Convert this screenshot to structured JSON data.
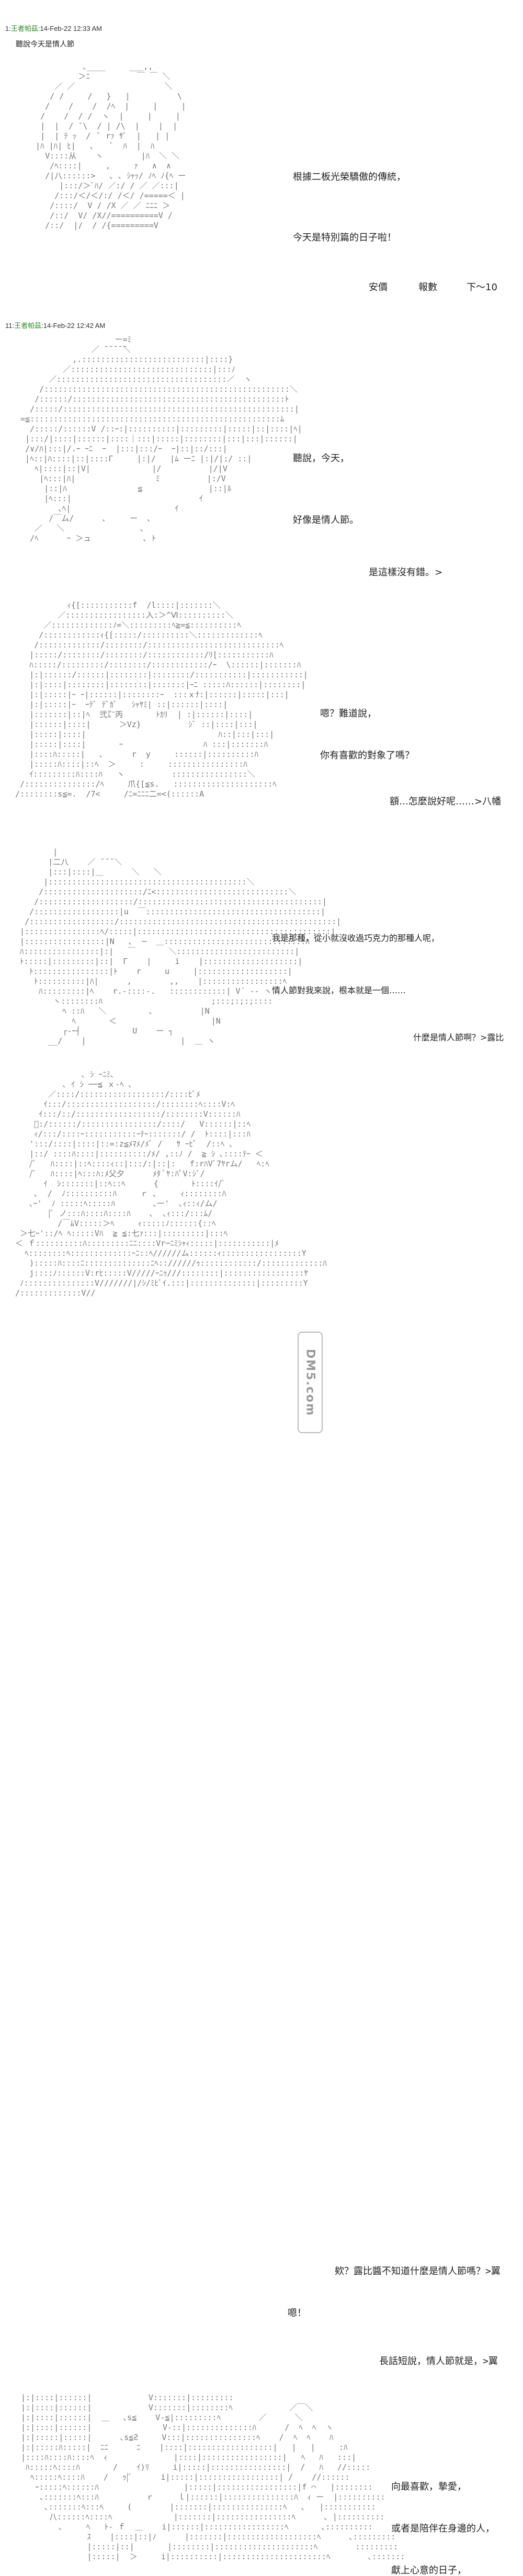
{
  "posts": [
    {
      "num": "1:",
      "name": "王者帕茲",
      "date": ":14-Feb-22 12:33 AM"
    },
    {
      "num": "11:",
      "name": "王者帕茲",
      "date": ":14-Feb-22 12:42 AM"
    }
  ],
  "intro": "聽說今天是情人節",
  "dialogue": {
    "p1_line1": "根據二板光榮驕傲的傳統，",
    "p1_line2": "今天是特別篇的日子啦！",
    "p1_a": "安價",
    "p1_b": "報數",
    "p1_c": "下～10",
    "p2_line1": "聽說，今天，",
    "p2_line2": "好像是情人節。",
    "p2_line3": "是這樣沒有錯。>",
    "p3_line1": "嗯？難道說，",
    "p3_line2": "你有喜歡的對象了嗎？",
    "p3_line3": "額…怎麼說好呢……>八幡",
    "p4_line1": "我是那種，從小就沒收過巧克力的那種人呢，",
    "p4_line2": "情人節對我來說，根本就是一個……",
    "p4_line3": "什麼是情人節啊？>露比",
    "p5_line1": "欸？露比醬不知道什麼是情人節嗎？>翼",
    "p5_line2": "嗯！",
    "p5_line3": "長話短說，情人節就是，>翼",
    "p6_line1": "向最喜歡，摯愛，",
    "p6_line2": "或者是陪伴在身邊的人，",
    "p6_line3": "獻上心意的日子，"
  },
  "watermark": "DM5.com"
}
